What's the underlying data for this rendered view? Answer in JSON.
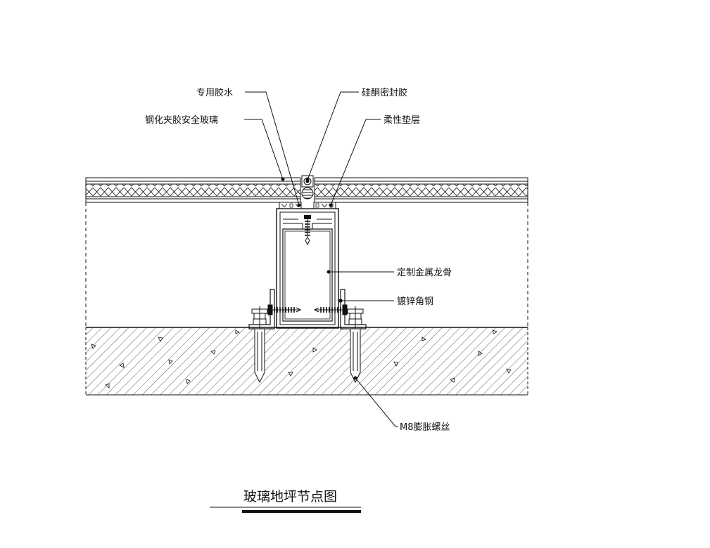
{
  "labels": {
    "special_glue": "专用胶水",
    "laminated_glass": "钢化夹胶安全玻璃",
    "silicone_sealant": "硅酮密封胶",
    "soft_pad": "柔性垫层",
    "metal_keel": "定制金属龙骨",
    "galvanized_angle": "镀锌角钢",
    "expansion_bolt": "M8膨胀螺丝"
  },
  "title": "玻璃地坪节点图"
}
